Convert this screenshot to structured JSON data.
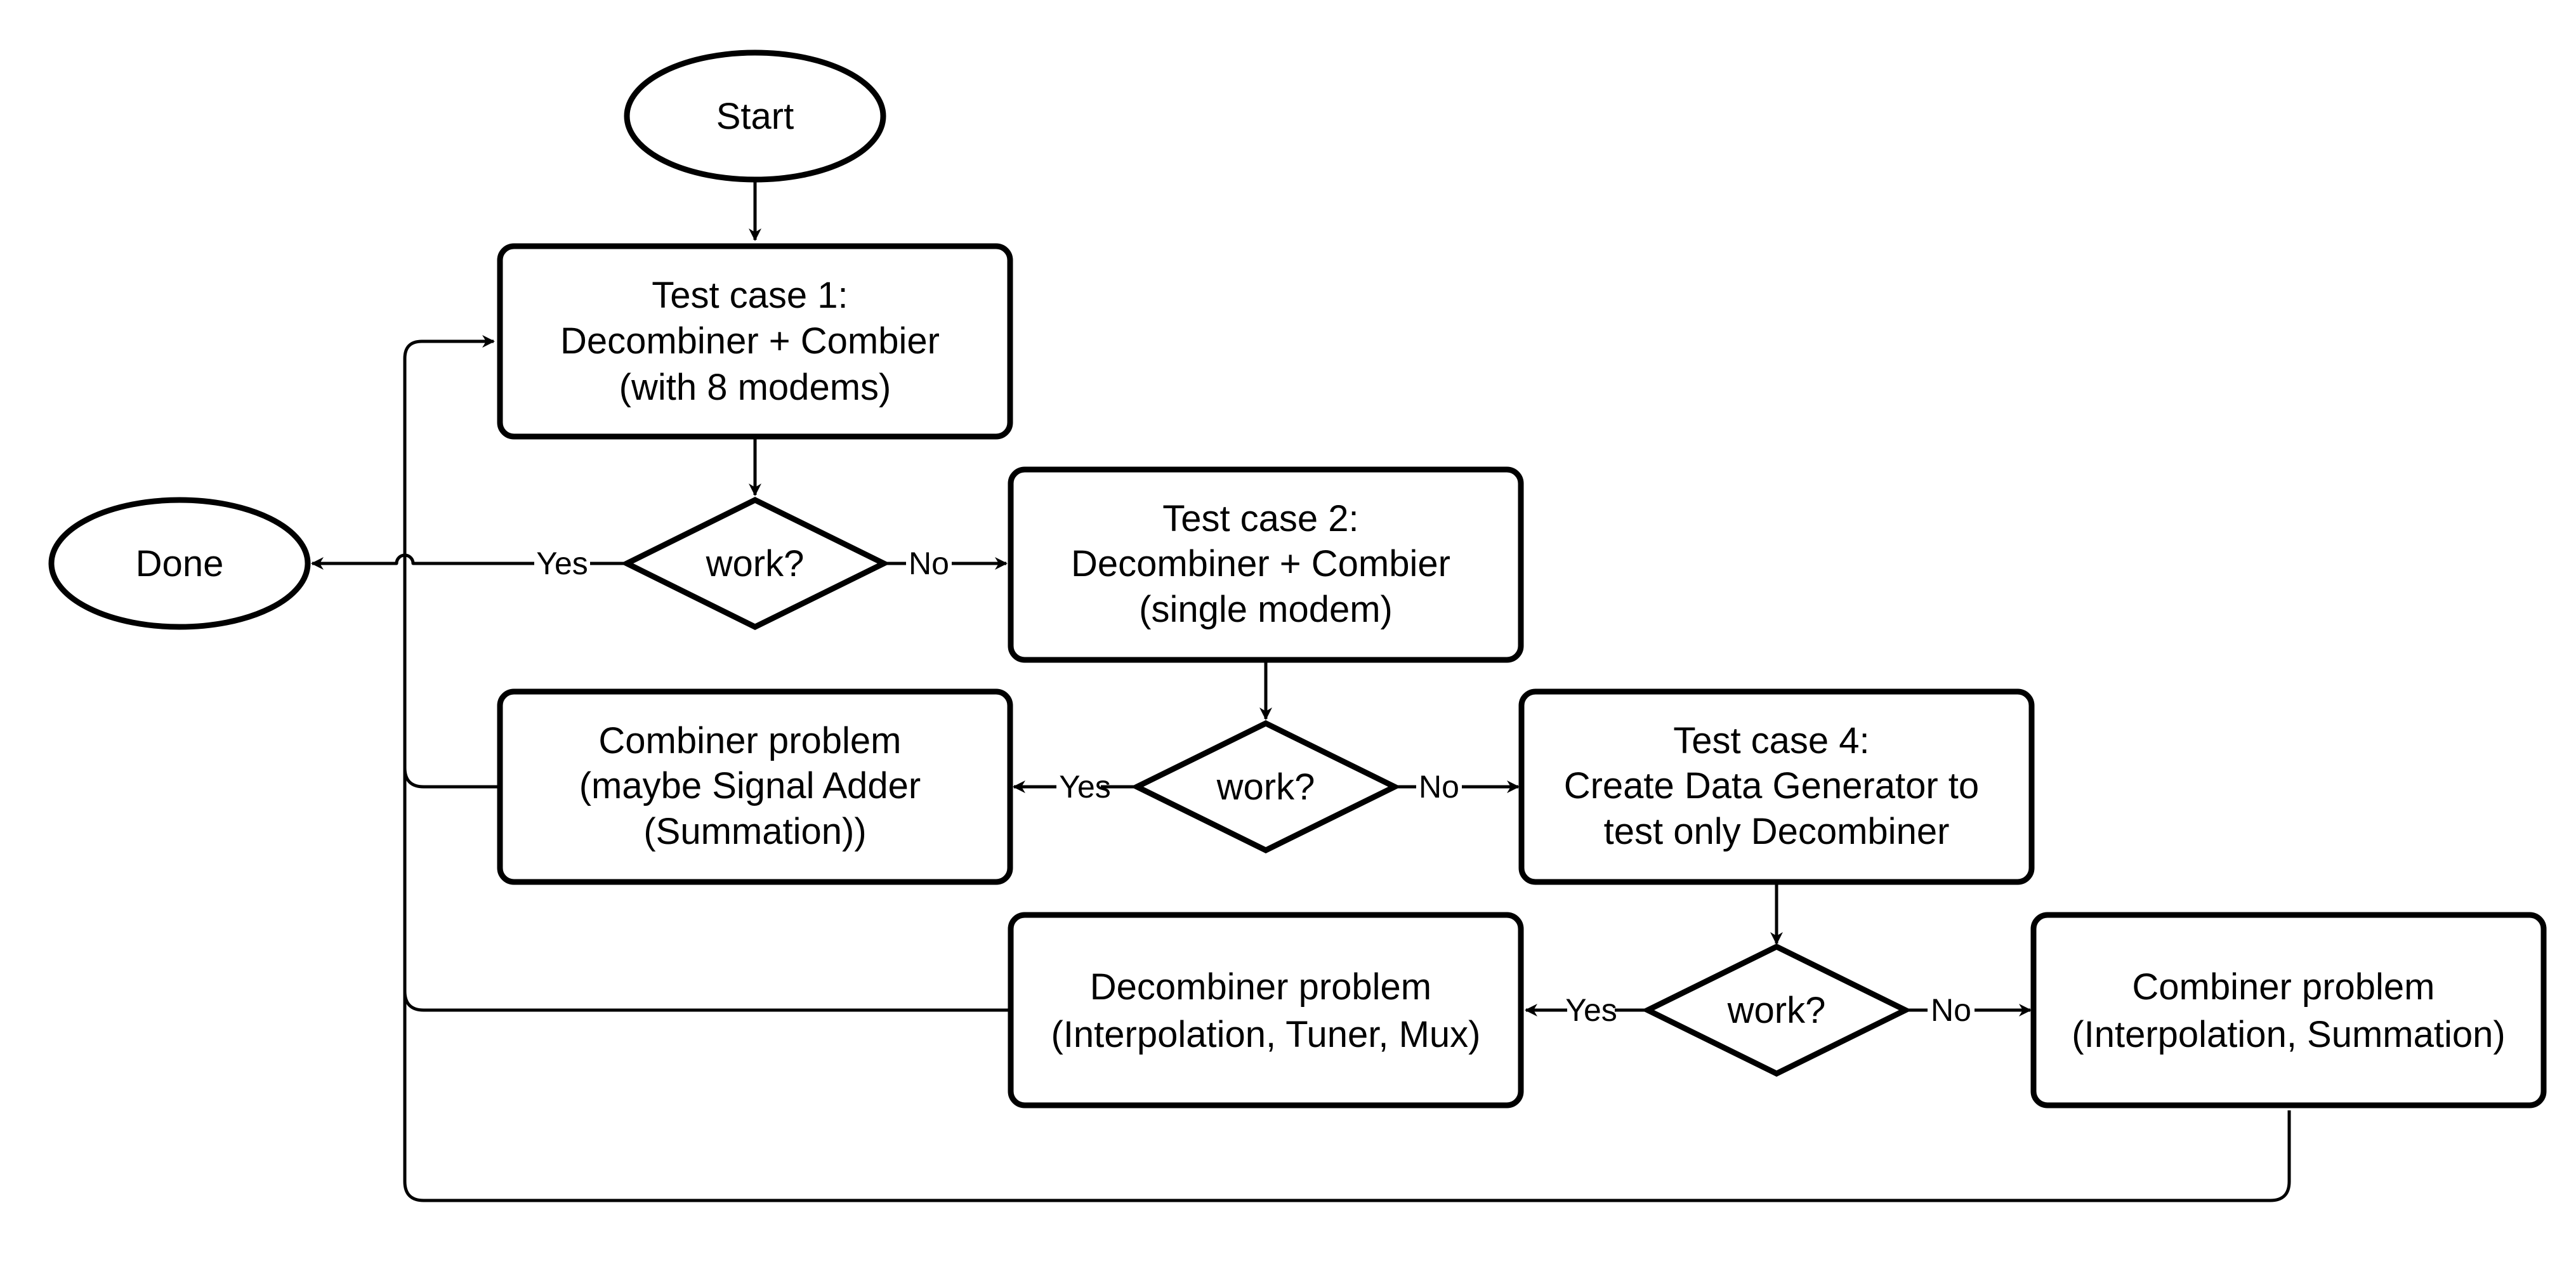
{
  "nodes": {
    "start": {
      "lines": [
        "Start"
      ]
    },
    "tc1": {
      "lines": [
        "Test case 1:",
        "Decombiner + Combier",
        "(with 8 modems)"
      ]
    },
    "work1": {
      "lines": [
        "work?"
      ]
    },
    "done": {
      "lines": [
        "Done"
      ]
    },
    "tc2": {
      "lines": [
        "Test case 2:",
        "Decombiner + Combier",
        "(single modem)"
      ]
    },
    "work2": {
      "lines": [
        "work?"
      ]
    },
    "combiner1": {
      "lines": [
        "Combiner problem",
        "(maybe Signal Adder",
        "(Summation))"
      ]
    },
    "tc4": {
      "lines": [
        "Test case 4:",
        "Create Data Generator to",
        "test only Decombiner"
      ]
    },
    "work3": {
      "lines": [
        "work?"
      ]
    },
    "decombiner": {
      "lines": [
        "Decombiner problem",
        "(Interpolation, Tuner, Mux)"
      ]
    },
    "combiner2": {
      "lines": [
        "Combiner problem",
        "(Interpolation, Summation)"
      ]
    }
  },
  "edge_labels": {
    "work1_yes": "Yes",
    "work1_no": "No",
    "work2_yes": "Yes",
    "work2_no": "No",
    "work3_yes": "Yes",
    "work3_no": "No"
  }
}
